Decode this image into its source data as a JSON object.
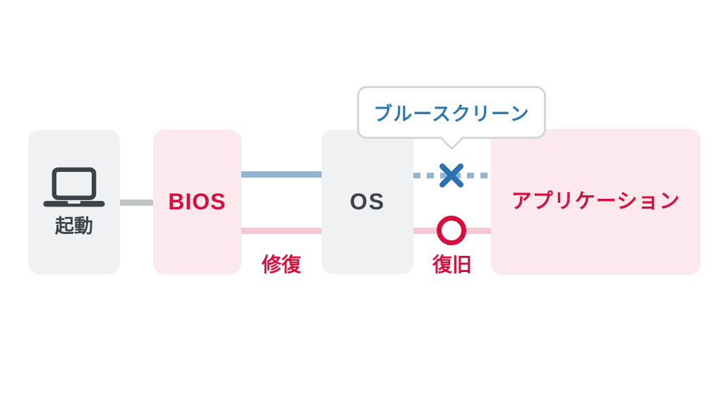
{
  "diagram": {
    "title_hint": "boot-flow-diagram",
    "nodes": [
      {
        "id": "boot",
        "label": "起動"
      },
      {
        "id": "bios",
        "label": "BIOS"
      },
      {
        "id": "os",
        "label": "OS"
      },
      {
        "id": "app",
        "label": "アプリケーション"
      }
    ],
    "edge_labels": {
      "repair": "修復",
      "recover": "復旧"
    },
    "callout": {
      "text": "ブルースクリーン"
    },
    "icons": {
      "boot": "laptop-icon",
      "failure": "x-cross-icon",
      "success": "circle-ok-icon"
    }
  },
  "colors": {
    "bg": "#ffffff",
    "box_gray": "#f0f1f3",
    "box_pink": "#fbe9ed",
    "dark": "#3d4148",
    "crimson": "#d60f3e",
    "blue_strong": "#2b73af",
    "blue_light": "#93b5d1",
    "pink_line": "#f5c9d3",
    "gray_line": "#c3c5c8",
    "bubble_border": "#d3d7db",
    "bubble_text": "#2e78b2"
  }
}
